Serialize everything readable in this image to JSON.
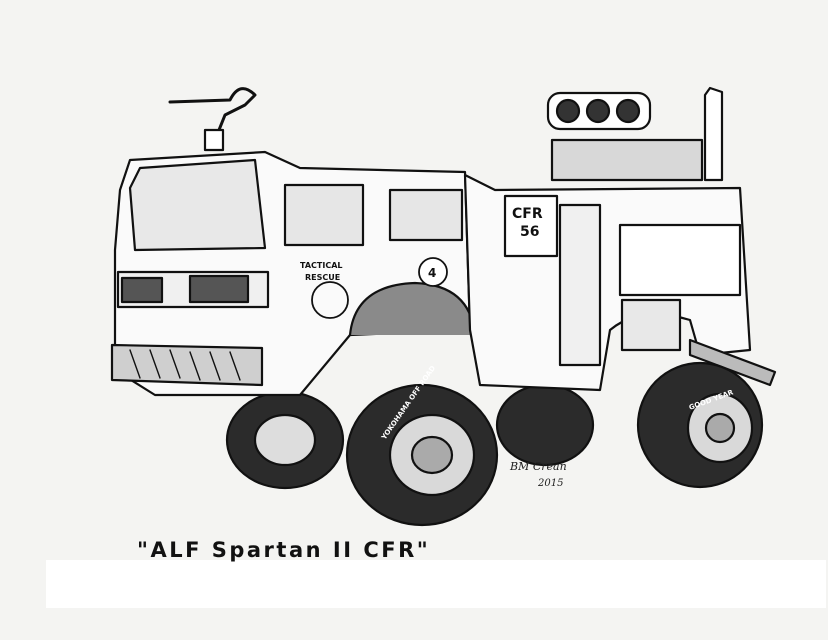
{
  "caption": "\"ALF Spartan II CFR\"",
  "signature": {
    "name": "BM Crean",
    "year": "2015"
  },
  "truck_markings": {
    "cab_door_line1": "TACTICAL",
    "cab_door_line2": "RESCUE",
    "unit_id_line1": "CFR",
    "unit_id_line2": "56",
    "door_badge_number": "4",
    "front_tire_brand": "YOKOHAMA OFF ROAD",
    "rear_tire_brand": "GOOD YEAR"
  },
  "colors": {
    "ink": "#111111",
    "paper": "#f4f4f2",
    "shade": "#9a9a9a"
  }
}
